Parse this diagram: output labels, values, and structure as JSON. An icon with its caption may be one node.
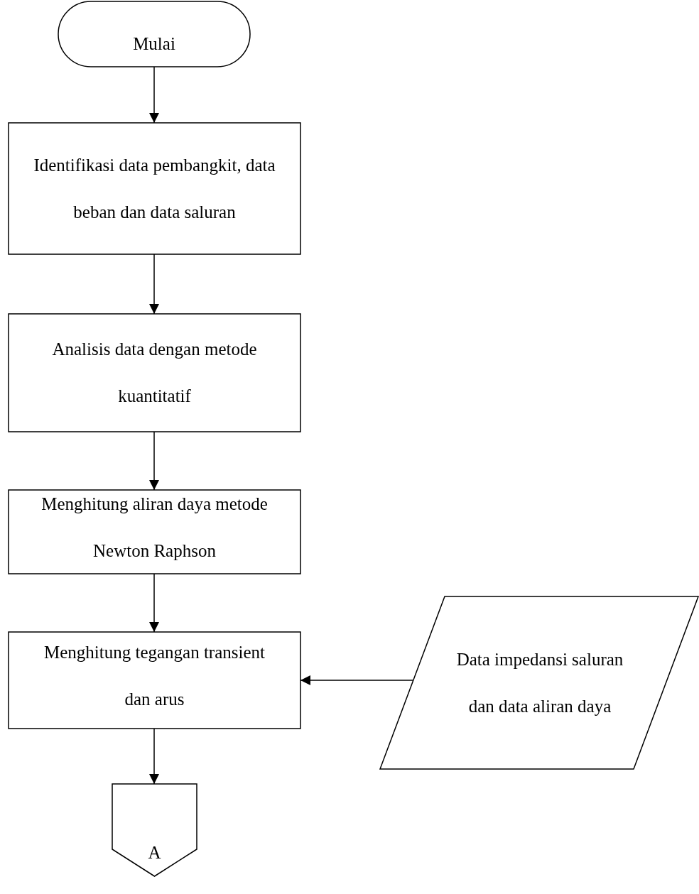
{
  "diagram": {
    "nodes": [
      {
        "text": [
          "Mulai"
        ]
      },
      {
        "text": [
          "Identifikasi data pembangkit, data beban dan data saluran"
        ]
      },
      {
        "text": [
          "Analisis data dengan metode kuantitatif"
        ]
      },
      {
        "text": [
          "Menghitung aliran daya metode Newton Raphson"
        ]
      },
      {
        "text": [
          "Menghitung tegangan transient dan arus"
        ]
      },
      {
        "text": [
          "Data impedansi saluran dan data aliran daya"
        ]
      },
      {
        "text": [
          "A"
        ]
      }
    ],
    "edges": [
      {
        "from": 0,
        "to": 1,
        "arrow": "to"
      },
      {
        "from": 1,
        "to": 2,
        "arrow": "to"
      },
      {
        "from": 2,
        "to": 3,
        "arrow": "to"
      },
      {
        "from": 3,
        "to": 4,
        "arrow": "to"
      },
      {
        "from": 5,
        "to": 4,
        "arrow": "to"
      },
      {
        "from": 4,
        "to": 6,
        "arrow": "to"
      }
    ]
  }
}
